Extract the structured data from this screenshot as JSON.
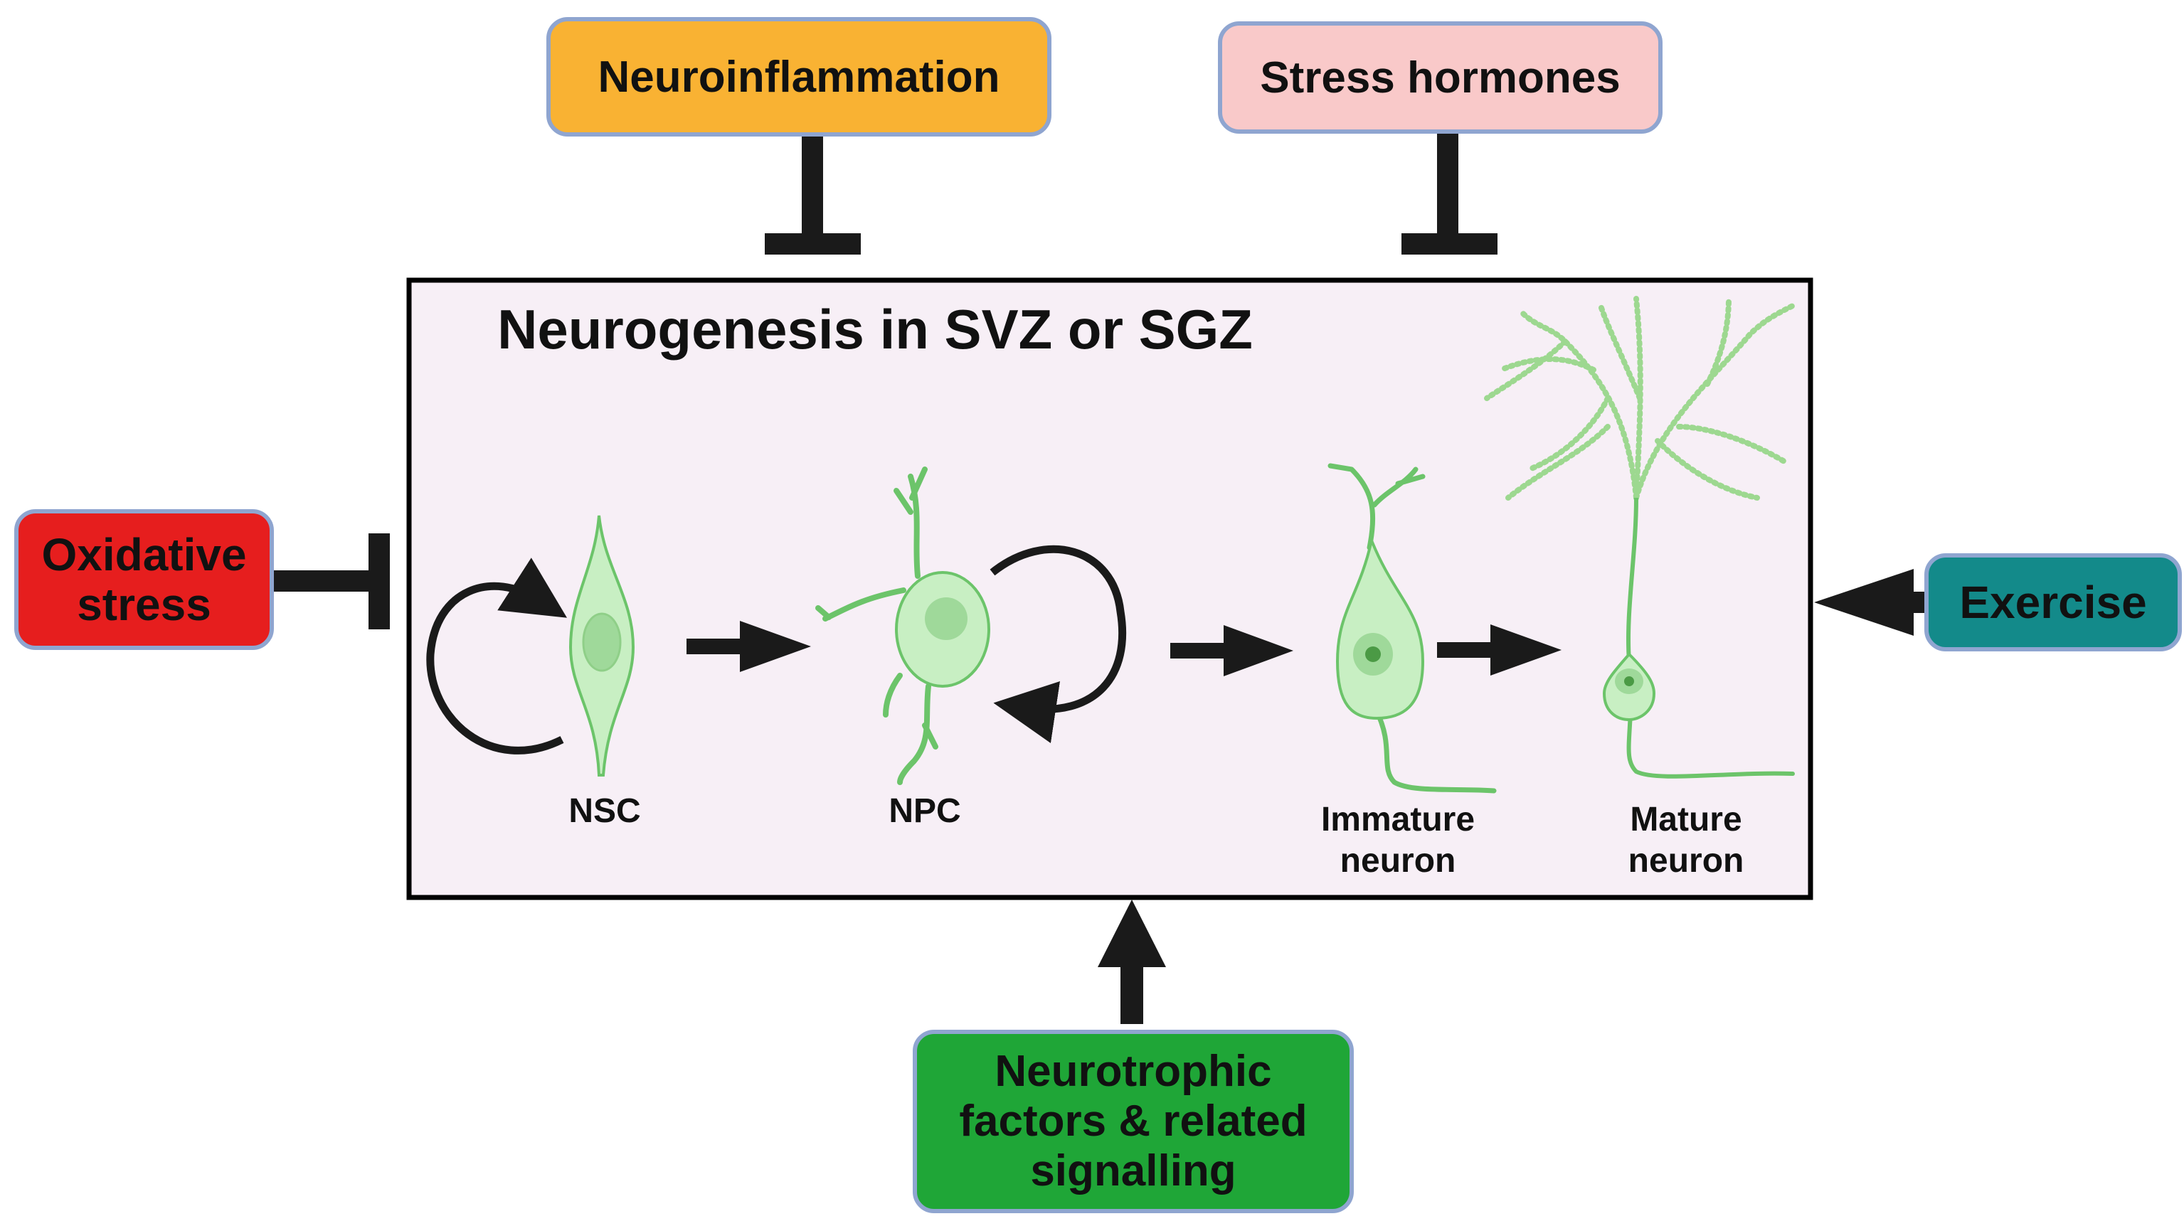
{
  "diagram": {
    "title": "Neurogenesis in SVZ or SGZ",
    "stages": [
      {
        "id": "nsc",
        "label": "NSC"
      },
      {
        "id": "npc",
        "label": "NPC"
      },
      {
        "id": "immature",
        "label": "Immature\nneuron"
      },
      {
        "id": "mature",
        "label": "Mature\nneuron"
      }
    ],
    "factors": {
      "neuroinflammation": {
        "label": "Neuroinflammation",
        "effect": "inhibits",
        "color": "#f9b233"
      },
      "stress_hormones": {
        "label": "Stress hormones",
        "effect": "inhibits",
        "color": "#f9c9c9"
      },
      "oxidative_stress": {
        "label": "Oxidative\nstress",
        "effect": "inhibits",
        "color": "#e61e1e"
      },
      "exercise": {
        "label": "Exercise",
        "effect": "promotes",
        "color": "#138a8a"
      },
      "neurotrophic": {
        "label": "Neurotrophic\nfactors & related\nsignalling",
        "effect": "promotes",
        "color": "#1fa637"
      }
    },
    "colors": {
      "panel_fill": "#f7eff6",
      "cell_fill": "#c8efc3",
      "cell_stroke": "#6cc46a",
      "arrow": "#1a1a1a"
    }
  }
}
